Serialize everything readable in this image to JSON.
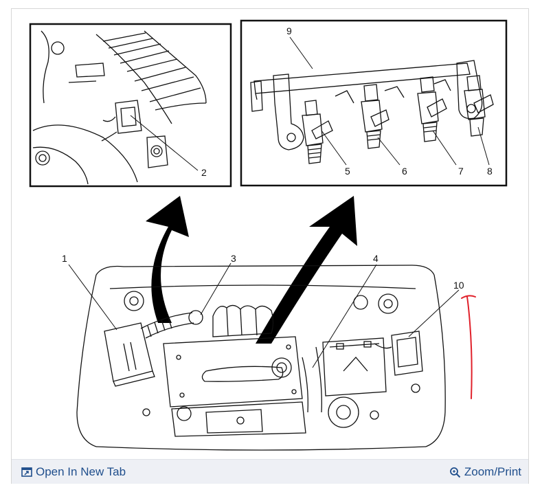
{
  "callouts": {
    "c1": "1",
    "c2": "2",
    "c3": "3",
    "c4": "4",
    "c5": "5",
    "c6": "6",
    "c7": "7",
    "c8": "8",
    "c9": "9",
    "c10": "10"
  },
  "toolbar": {
    "open_new_tab_label": "Open In New Tab",
    "open_new_tab_icon": "open-in-new-tab-icon",
    "zoom_print_label": "Zoom/Print",
    "zoom_print_icon": "magnifier-icon"
  },
  "colors": {
    "annotation_red": "#e0202a",
    "link_blue": "#1f4e8c",
    "footer_bg": "#eef0f5"
  }
}
